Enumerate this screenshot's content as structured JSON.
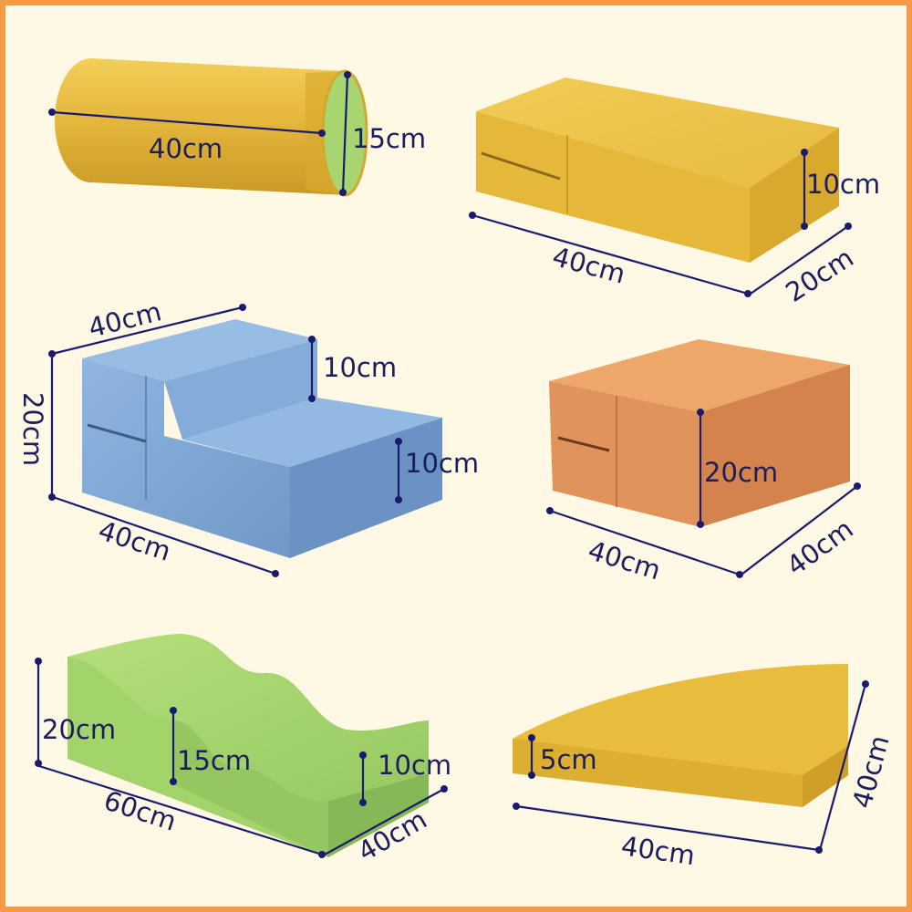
{
  "colors": {
    "border": "#f59a45",
    "background": "#fef8e4",
    "dimension": "#1c1d5c",
    "yellow": "#e8bd3e",
    "green": "#a6d672",
    "blue": "#7ea8d7",
    "orange": "#e59a5d"
  },
  "pieces": {
    "cylinder": {
      "length": "40cm",
      "diameter": "15cm"
    },
    "yellow_block": {
      "height": "10cm",
      "length": "40cm",
      "width": "20cm"
    },
    "stairs": {
      "top_width": "40cm",
      "step_upper": "10cm",
      "height": "20cm",
      "step_lower": "10cm",
      "length": "40cm"
    },
    "orange_cube": {
      "height": "20cm",
      "length": "40cm",
      "width": "40cm"
    },
    "wave": {
      "height": "20cm",
      "middle": "15cm",
      "low": "10cm",
      "length": "60cm",
      "width": "40cm"
    },
    "quarter": {
      "height": "5cm",
      "side": "40cm",
      "radius": "40cm"
    }
  }
}
